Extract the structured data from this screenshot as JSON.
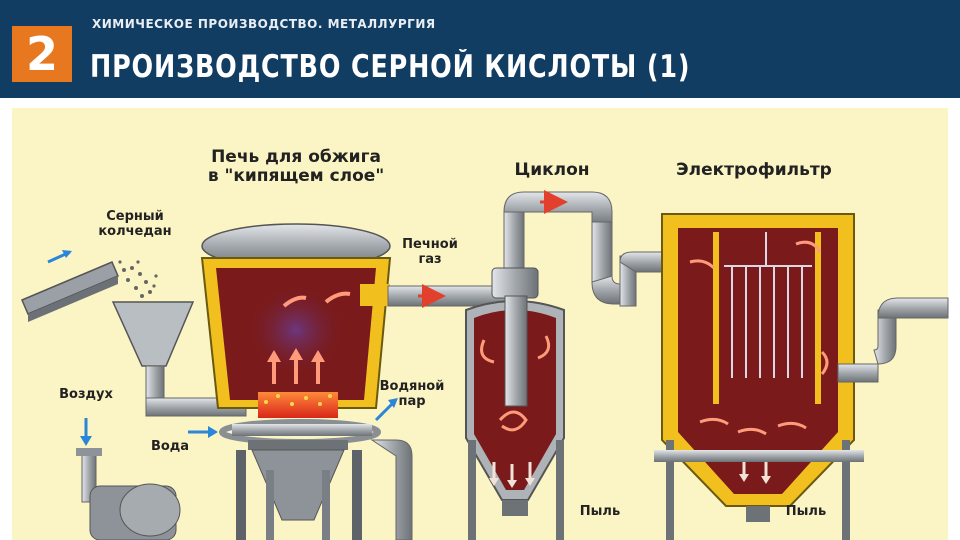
{
  "header": {
    "number": "2",
    "subtitle": "ХИМИЧЕСКОЕ ПРОИЗВОДСТВО. МЕТАЛЛУРГИЯ",
    "title": "ПРОИЗВОДСТВО СЕРНОЙ КИСЛОТЫ (1)"
  },
  "labels": {
    "furnace_line1": "Печь для обжига",
    "furnace_line2": "в \"кипящем слое\"",
    "cyclone": "Циклон",
    "electrofilter": "Электрофильтр",
    "pyrite_line1": "Серный",
    "pyrite_line2": "колчедан",
    "furnace_gas_line1": "Печной",
    "furnace_gas_line2": "газ",
    "air": "Воздух",
    "water": "Вода",
    "steam_line1": "Водяной",
    "steam_line2": "пар",
    "dust_cyclone": "Пыль",
    "dust_filter": "Пыль"
  },
  "colors": {
    "header_bg": "#123d63",
    "number_box": "#e8781f",
    "panel_bg": "#fbf4c4",
    "lining": "#f2c01e",
    "chamber": "#7a1a1a",
    "steel": "#a9aeb3",
    "flow_arrow": "#e2402c",
    "input_arrow": "#2a86d8"
  }
}
